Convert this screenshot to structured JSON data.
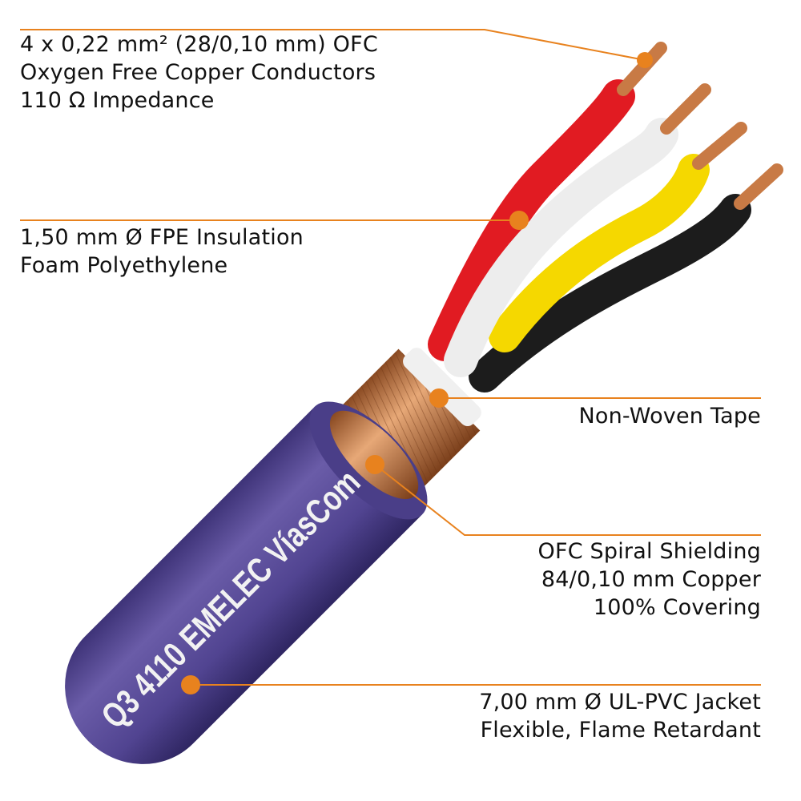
{
  "colors": {
    "callout": "#e8821e",
    "jacket": "#574a96",
    "red": "#e11b22",
    "white": "#f4f4f4",
    "yellow": "#f5d800",
    "black": "#1c1c1c",
    "copper": "#c87a45"
  },
  "callouts": {
    "conductors": [
      "4 x 0,22 mm² (28/0,10 mm) OFC",
      "Oxygen Free Copper Conductors",
      "110 Ω Impedance"
    ],
    "insulation": [
      "1,50 mm Ø FPE Insulation",
      "Foam Polyethylene"
    ],
    "tape": [
      "Non-Woven Tape"
    ],
    "shielding": [
      "OFC Spiral Shielding",
      "84/0,10 mm Copper",
      "100% Covering"
    ],
    "jacket": [
      "7,00 mm Ø UL-PVC Jacket",
      "Flexible, Flame Retardant"
    ]
  },
  "cable_print": "Q3 4110  EMELEC VíasCom"
}
